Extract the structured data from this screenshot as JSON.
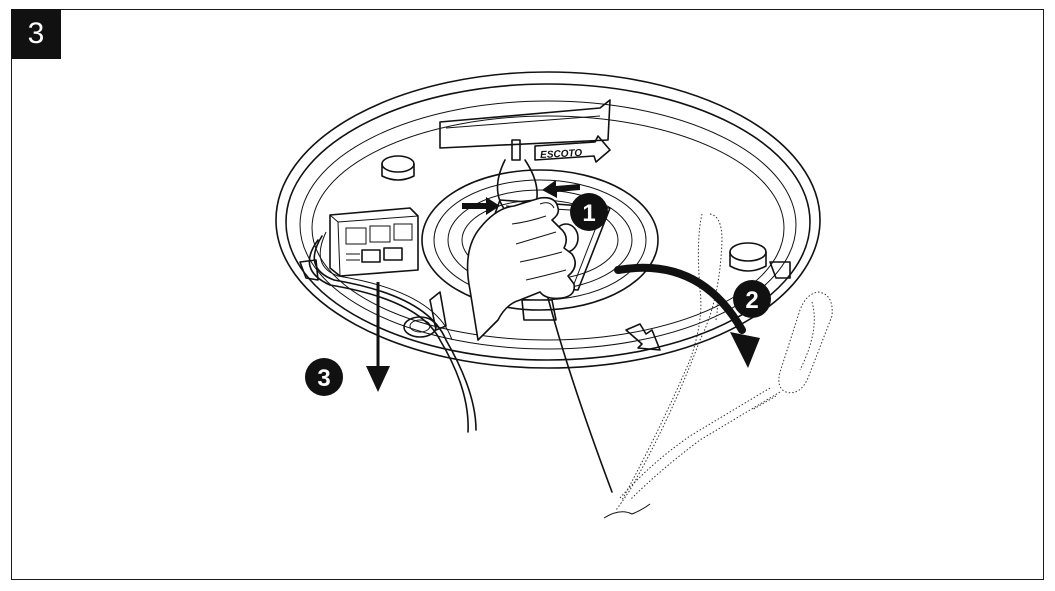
{
  "step": {
    "number": "3"
  },
  "callouts": {
    "c1": "1",
    "c2": "2",
    "c3": "3"
  },
  "labels": {
    "escoto": "ESCOTO"
  },
  "colors": {
    "ink": "#111111",
    "background": "#ffffff",
    "badge": "#111111"
  },
  "icons": [
    "connector-block-icon",
    "hand-icon",
    "screwdriver-icon",
    "arrow-icon"
  ]
}
